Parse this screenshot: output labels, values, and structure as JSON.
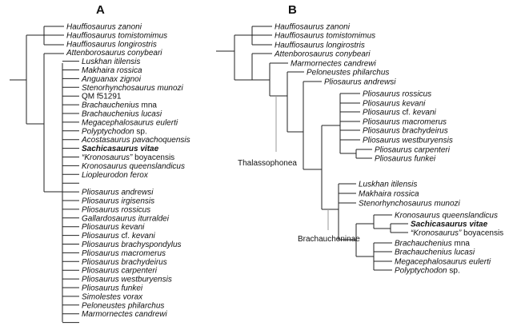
{
  "panel_a": {
    "label": "A",
    "taxa": [
      [
        {
          "t": "Hauffiosaurus zanoni",
          "s": "i"
        }
      ],
      [
        {
          "t": "Hauffiosaurus tomistomimus",
          "s": "i"
        }
      ],
      [
        {
          "t": "Hauffiosaurus longirostris",
          "s": "i"
        }
      ],
      [
        {
          "t": "Attenborosaurus conybeari",
          "s": "i"
        }
      ],
      [
        {
          "t": "Luskhan itilensis",
          "s": "i"
        }
      ],
      [
        {
          "t": "Makhaira rossica",
          "s": "i"
        }
      ],
      [
        {
          "t": "Anguanax zignoi",
          "s": "i"
        }
      ],
      [
        {
          "t": "Stenorhynchosaurus munozi",
          "s": "i"
        }
      ],
      [
        {
          "t": "QM f51291",
          "s": "r"
        }
      ],
      [
        {
          "t": "Brachauchenius",
          "s": "i"
        },
        {
          "t": " mna",
          "s": "r"
        }
      ],
      [
        {
          "t": "Brachauchenius lucasi",
          "s": "i"
        }
      ],
      [
        {
          "t": "Megacephalosaurus eulerti",
          "s": "i"
        }
      ],
      [
        {
          "t": "Polyptychodon",
          "s": "i"
        },
        {
          "t": " sp.",
          "s": "r"
        }
      ],
      [
        {
          "t": "Acostasaurus pavachoquensis",
          "s": "i"
        }
      ],
      [
        {
          "t": "Sachicasaurus vitae",
          "s": "b"
        }
      ],
      [
        {
          "t": "“Kronosaurus”",
          "s": "i"
        },
        {
          "t": " boyacensis",
          "s": "r"
        }
      ],
      [
        {
          "t": "Kronosaurus queenslandicus",
          "s": "i"
        }
      ],
      [
        {
          "t": "Liopleurodon ferox",
          "s": "i"
        }
      ],
      [
        {
          "t": "Pliosaurus andrewsi",
          "s": "i"
        }
      ],
      [
        {
          "t": "Pliosaurus irgisensis",
          "s": "i"
        }
      ],
      [
        {
          "t": "Pliosaurus rossicus",
          "s": "i"
        }
      ],
      [
        {
          "t": "Gallardosaurus iturraldei",
          "s": "i"
        }
      ],
      [
        {
          "t": "Pliosaurus kevani",
          "s": "i"
        }
      ],
      [
        {
          "t": "Pliosaurus",
          "s": "i"
        },
        {
          "t": " cf. ",
          "s": "r"
        },
        {
          "t": "kevani",
          "s": "i"
        }
      ],
      [
        {
          "t": "Pliosaurus brachyspondylus",
          "s": "i"
        }
      ],
      [
        {
          "t": "Pliosaurus macromerus",
          "s": "i"
        }
      ],
      [
        {
          "t": "Pliosaurus brachydeirus",
          "s": "i"
        }
      ],
      [
        {
          "t": "Pliosaurus carpenteri",
          "s": "i"
        }
      ],
      [
        {
          "t": "Pliosaurus westburyensis",
          "s": "i"
        }
      ],
      [
        {
          "t": "Pliosaurus funkei",
          "s": "i"
        }
      ],
      [
        {
          "t": "Simolestes vorax",
          "s": "i"
        }
      ],
      [
        {
          "t": "Peloneustes philarchus",
          "s": "i"
        }
      ],
      [
        {
          "t": "Marmornectes candrewi",
          "s": "i"
        }
      ]
    ]
  },
  "panel_b": {
    "label": "B",
    "clades": {
      "thalassophonea": "Thalassophonea",
      "brachaucheninae": "Brachaucheninae"
    },
    "taxa": [
      [
        {
          "t": "Hauffiosaurus zanoni",
          "s": "i"
        }
      ],
      [
        {
          "t": "Hauffiosaurus tomistomimus",
          "s": "i"
        }
      ],
      [
        {
          "t": "Hauffiosaurus longirostris",
          "s": "i"
        }
      ],
      [
        {
          "t": "Attenborosaurus conybeari",
          "s": "i"
        }
      ],
      [
        {
          "t": "Marmornectes candrewi",
          "s": "i"
        }
      ],
      [
        {
          "t": "Peloneustes philarchus",
          "s": "i"
        }
      ],
      [
        {
          "t": "Pliosaurus andrewsi",
          "s": "i"
        }
      ],
      [
        {
          "t": "Pliosaurus rossicus",
          "s": "i"
        }
      ],
      [
        {
          "t": "Pliosaurus kevani",
          "s": "i"
        }
      ],
      [
        {
          "t": "Pliosaurus",
          "s": "i"
        },
        {
          "t": " cf. ",
          "s": "r"
        },
        {
          "t": "kevani",
          "s": "i"
        }
      ],
      [
        {
          "t": "Pliosaurus macromerus",
          "s": "i"
        }
      ],
      [
        {
          "t": "Pliosaurus brachydeirus",
          "s": "i"
        }
      ],
      [
        {
          "t": "Pliosaurus westburyensis",
          "s": "i"
        }
      ],
      [
        {
          "t": "Pliosaurus carpenteri",
          "s": "i"
        }
      ],
      [
        {
          "t": "Pliosaurus funkei",
          "s": "i"
        }
      ],
      [
        {
          "t": "Luskhan itilensis",
          "s": "i"
        }
      ],
      [
        {
          "t": "Makhaira rossica",
          "s": "i"
        }
      ],
      [
        {
          "t": "Stenorhynchosaurus munozi",
          "s": "i"
        }
      ],
      [
        {
          "t": "Kronosaurus queenslandicus",
          "s": "i"
        }
      ],
      [
        {
          "t": "Sachicasaurus vitae",
          "s": "b"
        }
      ],
      [
        {
          "t": "“Kronosaurus”",
          "s": "i"
        },
        {
          "t": " boyacensis",
          "s": "r"
        }
      ],
      [
        {
          "t": "Brachauchenius",
          "s": "i"
        },
        {
          "t": " mna",
          "s": "r"
        }
      ],
      [
        {
          "t": "Brachauchenius lucasi",
          "s": "i"
        }
      ],
      [
        {
          "t": "Megacephalosaurus eulerti",
          "s": "i"
        }
      ],
      [
        {
          "t": "Polyptychodon",
          "s": "i"
        },
        {
          "t": " sp.",
          "s": "r"
        }
      ]
    ]
  }
}
